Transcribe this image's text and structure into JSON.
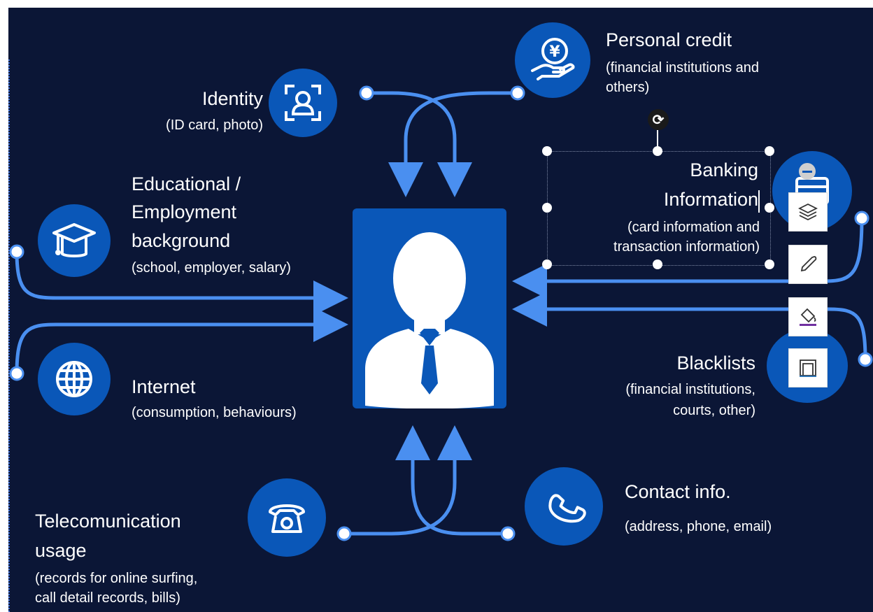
{
  "identity": {
    "title": "Identity",
    "sub": "(ID card, photo)"
  },
  "personal_credit": {
    "title": "Personal credit",
    "sub1": "(financial institutions and",
    "sub2": "others)"
  },
  "banking": {
    "title1": "Banking",
    "title2": "Information",
    "sub1": "(card information and",
    "sub2": "transaction information)"
  },
  "education": {
    "l1": "Educational /",
    "l2": "Employment",
    "l3": "background",
    "sub": "(school,  employer, salary)"
  },
  "internet": {
    "title": "Internet",
    "sub": "(consumption, behaviours)"
  },
  "blacklists": {
    "title": "Blacklists",
    "sub1": "(financial institutions,",
    "sub2": "courts, other)"
  },
  "telecom": {
    "l1": "Telecomunication",
    "l2": "usage",
    "sub1": "(records for online surfing,",
    "sub2": "call detail records, bills)"
  },
  "contact": {
    "title": "Contact info.",
    "sub": "(address, phone,  email)"
  },
  "icons": {
    "identity": "face-frame-icon",
    "personal_credit": "yen-hand-icon",
    "education": "graduation-cap-icon",
    "internet": "globe-icon",
    "banking": "credit-card-icon",
    "blacklists": "lock-icon",
    "telecom": "rotary-phone-icon",
    "contact": "phone-handset-icon",
    "center": "person-icon"
  },
  "toolbar": {
    "tools": [
      "layers-icon",
      "pen-icon",
      "fill-icon",
      "frame-icon"
    ]
  },
  "colors": {
    "background": "#0b1636",
    "accent": "#0a57b8",
    "connector": "#4a8ff0"
  }
}
